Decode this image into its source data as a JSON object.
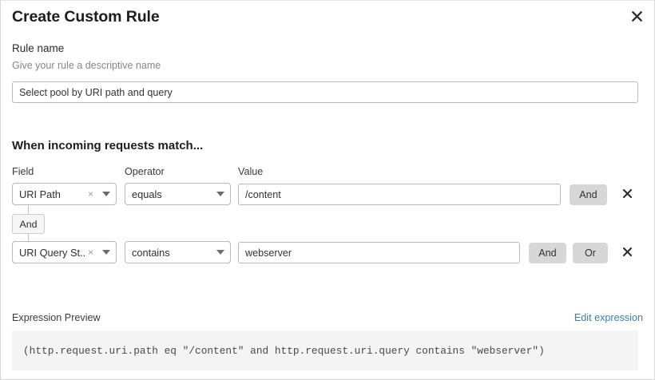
{
  "dialog": {
    "title": "Create Custom Rule",
    "close_icon": "close-icon"
  },
  "rule_name": {
    "label": "Rule name",
    "help": "Give your rule a descriptive name",
    "value": "Select pool by URI path and query",
    "placeholder": "Enter rule name"
  },
  "match_section": {
    "heading": "When incoming requests match...",
    "columns": {
      "field": "Field",
      "operator": "Operator",
      "value": "Value"
    },
    "connector": {
      "label": "And"
    },
    "rows": [
      {
        "field": "URI Path",
        "operator": "equals",
        "value": "/content",
        "value_placeholder": "Enter value",
        "clear_icon": "clear-icon",
        "caret_icon": "chevron-down-icon",
        "delete_icon": "close-icon",
        "buttons": [
          "And"
        ]
      },
      {
        "field": "URI Query St...",
        "operator": "contains",
        "value": "webserver",
        "value_placeholder": "Enter value",
        "clear_icon": "clear-icon",
        "caret_icon": "chevron-down-icon",
        "delete_icon": "close-icon",
        "buttons": [
          "And",
          "Or"
        ]
      }
    ]
  },
  "expression": {
    "label": "Expression Preview",
    "edit_link": "Edit expression",
    "code": "(http.request.uri.path eq \"/content\" and http.request.uri.query contains \"webserver\")"
  },
  "colors": {
    "accent_link": "#3b7fab",
    "pill_background": "#d7d7d7",
    "code_background": "#f4f4f4",
    "border": "#b9b9b9"
  }
}
